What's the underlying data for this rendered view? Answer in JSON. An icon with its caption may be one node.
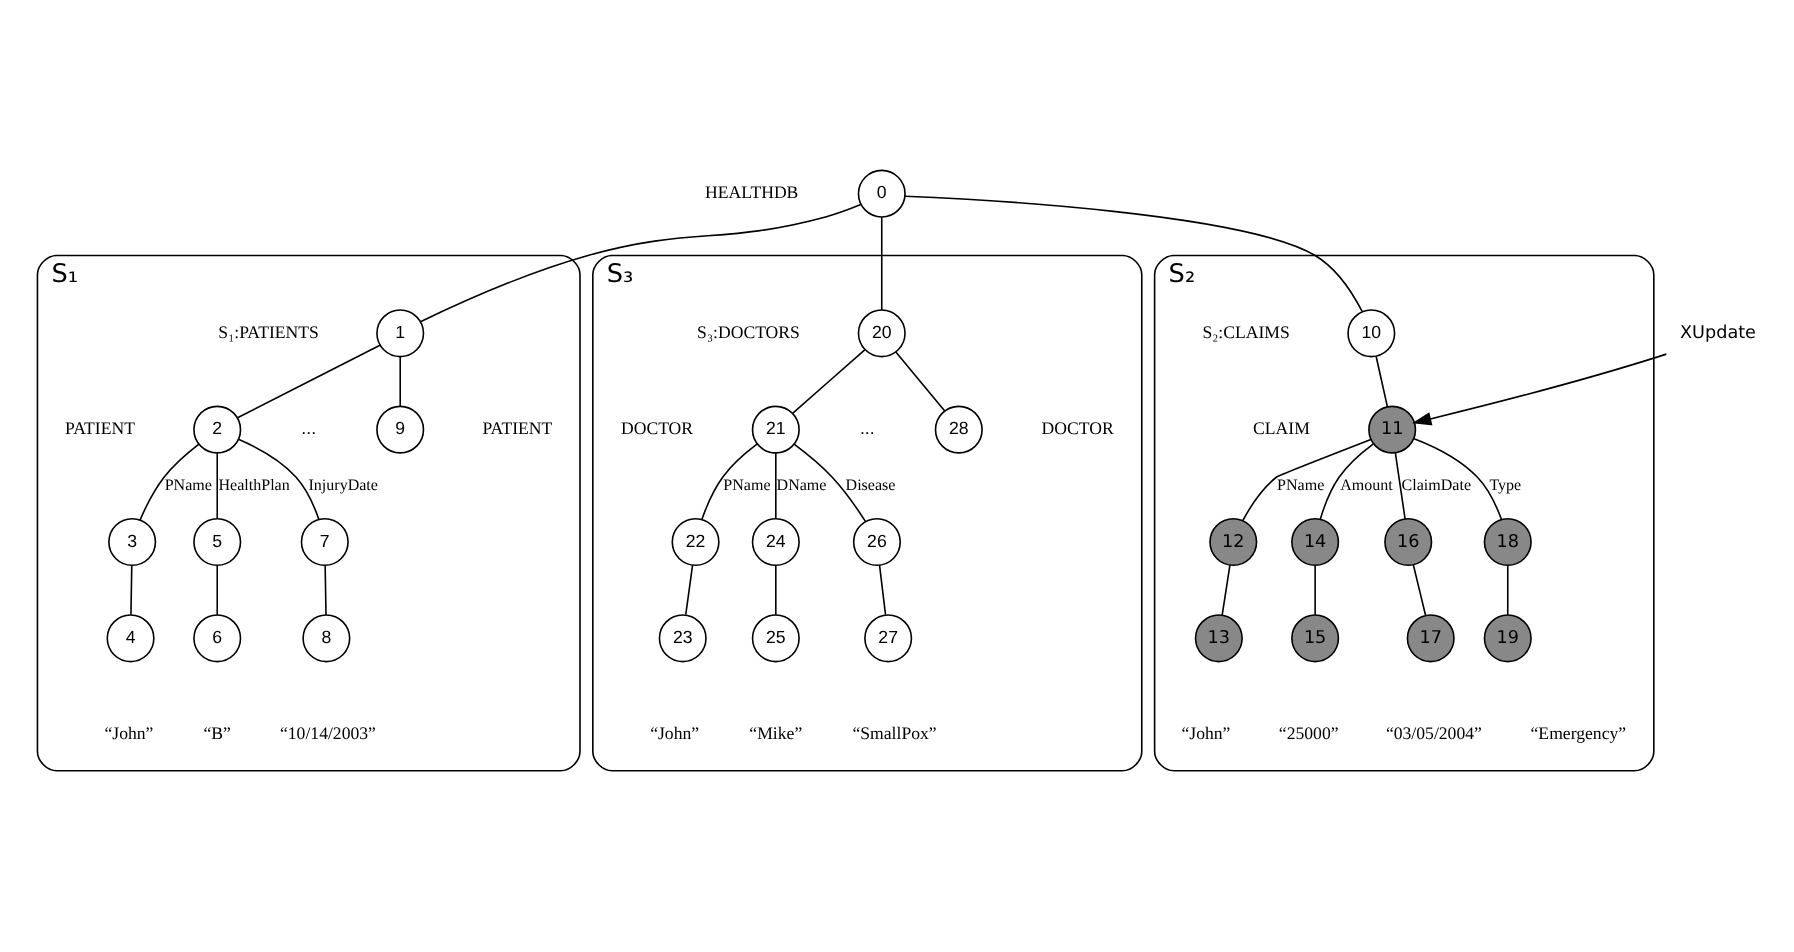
{
  "diagram": {
    "nodes": [
      {
        "text": [
          "0"
        ],
        "beside": [
          "HEALTHDB"
        ]
      },
      {
        "text": [
          "S₁"
        ]
      },
      {
        "text": [
          "1"
        ],
        "in": 1,
        "beside": [
          "S₁:PATIENTS"
        ]
      },
      {
        "text": [
          "2"
        ],
        "in": 1,
        "beside": [
          "PATIENT"
        ]
      },
      {
        "text": [
          "9"
        ],
        "in": 1,
        "beside": [
          "PATIENT"
        ]
      },
      {
        "text": [
          "3"
        ],
        "in": 1
      },
      {
        "text": [
          "4"
        ],
        "in": 1,
        "beside": [
          "“John”"
        ]
      },
      {
        "text": [
          "5"
        ],
        "in": 1
      },
      {
        "text": [
          "6"
        ],
        "in": 1,
        "beside": [
          "“B”"
        ]
      },
      {
        "text": [
          "7"
        ],
        "in": 1
      },
      {
        "text": [
          "8"
        ],
        "in": 1,
        "beside": [
          "“10/14/2003”"
        ]
      },
      {
        "text": [
          "S₂"
        ]
      },
      {
        "text": [
          "10"
        ],
        "in": 11,
        "beside": [
          "S₂:CLAIMS"
        ]
      },
      {
        "text": [
          "11"
        ],
        "in": 11,
        "beside": [
          "CLAIM"
        ]
      },
      {
        "text": [
          "12"
        ],
        "in": 11
      },
      {
        "text": [
          "13"
        ],
        "in": 11,
        "beside": [
          "“John”"
        ]
      },
      {
        "text": [
          "14"
        ],
        "in": 11
      },
      {
        "text": [
          "15"
        ],
        "in": 11,
        "beside": [
          "“25000”"
        ]
      },
      {
        "text": [
          "16"
        ],
        "in": 11
      },
      {
        "text": [
          "17"
        ],
        "in": 11,
        "beside": [
          "“03/05/2004”"
        ]
      },
      {
        "text": [
          "18"
        ],
        "in": 11
      },
      {
        "text": [
          "19"
        ],
        "in": 11,
        "beside": [
          "“Emergency”"
        ]
      },
      {
        "text": [
          "S₃"
        ]
      },
      {
        "text": [
          "20"
        ],
        "in": 22,
        "beside": [
          "S₃:DOCTORS"
        ]
      },
      {
        "text": [
          "21"
        ],
        "in": 22,
        "beside": [
          "DOCTOR"
        ]
      },
      {
        "text": [
          "28"
        ],
        "in": 22,
        "beside": [
          "DOCTOR"
        ]
      },
      {
        "text": [
          "22"
        ],
        "in": 22
      },
      {
        "text": [
          "23"
        ],
        "in": 22,
        "beside": [
          "“John”"
        ]
      },
      {
        "text": [
          "24"
        ],
        "in": 22
      },
      {
        "text": [
          "25"
        ],
        "in": 22,
        "beside": [
          "“Mike”"
        ]
      },
      {
        "text": [
          "26"
        ],
        "in": 22
      },
      {
        "text": [
          "27"
        ],
        "in": 22,
        "beside": [
          "“SmallPox”"
        ]
      },
      {
        "text": [
          "XUpdate"
        ]
      }
    ],
    "edges": [
      {
        "from": 0,
        "to": 2,
        "arrow": "none"
      },
      {
        "from": 0,
        "to": 12,
        "arrow": "none"
      },
      {
        "from": 0,
        "to": 23,
        "arrow": "none"
      },
      {
        "from": 2,
        "to": 3,
        "arrow": "none"
      },
      {
        "from": 2,
        "to": 4,
        "arrow": "none"
      },
      {
        "from": 3,
        "to": 5,
        "arrow": "none",
        "label": "PName"
      },
      {
        "from": 5,
        "to": 6,
        "arrow": "none"
      },
      {
        "from": 3,
        "to": 7,
        "arrow": "none",
        "label": "HealthPlan"
      },
      {
        "from": 7,
        "to": 8,
        "arrow": "none"
      },
      {
        "from": 3,
        "to": 9,
        "arrow": "none",
        "label": "InjuryDate"
      },
      {
        "from": 9,
        "to": 10,
        "arrow": "none"
      },
      {
        "from": 12,
        "to": 13,
        "arrow": "none"
      },
      {
        "from": 13,
        "to": 14,
        "arrow": "none",
        "label": "PName"
      },
      {
        "from": 14,
        "to": 15,
        "arrow": "none"
      },
      {
        "from": 13,
        "to": 16,
        "arrow": "none",
        "label": "Amount"
      },
      {
        "from": 16,
        "to": 17,
        "arrow": "none"
      },
      {
        "from": 13,
        "to": 18,
        "arrow": "none",
        "label": "ClaimDate"
      },
      {
        "from": 18,
        "to": 19,
        "arrow": "none"
      },
      {
        "from": 13,
        "to": 20,
        "arrow": "none",
        "label": "Type"
      },
      {
        "from": 20,
        "to": 21,
        "arrow": "none"
      },
      {
        "from": 23,
        "to": 24,
        "arrow": "none"
      },
      {
        "from": 23,
        "to": 25,
        "arrow": "none"
      },
      {
        "from": 24,
        "to": 26,
        "arrow": "none",
        "label": "PName"
      },
      {
        "from": 26,
        "to": 27,
        "arrow": "none"
      },
      {
        "from": 24,
        "to": 28,
        "arrow": "none",
        "label": "DName"
      },
      {
        "from": 28,
        "to": 29,
        "arrow": "none"
      },
      {
        "from": 24,
        "to": 30,
        "arrow": "none",
        "label": "Disease"
      },
      {
        "from": 30,
        "to": 31,
        "arrow": "none"
      },
      {
        "from": 32,
        "to": 13,
        "arrow": "to"
      }
    ],
    "labels": [
      "...",
      "..."
    ]
  }
}
